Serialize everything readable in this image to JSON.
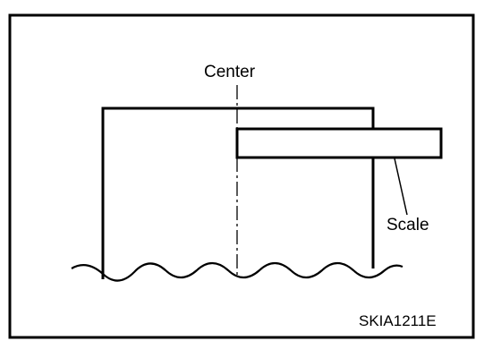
{
  "diagram": {
    "labels": {
      "center": "Center",
      "scale": "Scale"
    },
    "figure_code": "SKIA1211E",
    "colors": {
      "ink": "#000000",
      "background": "#ffffff"
    }
  }
}
